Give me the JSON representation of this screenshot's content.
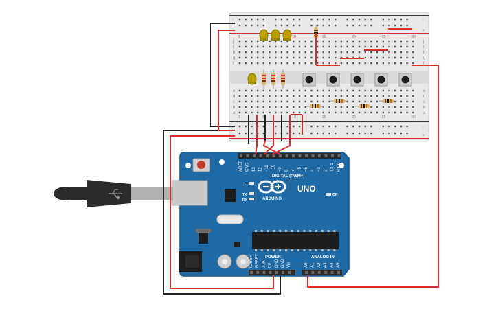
{
  "breadboard": {
    "rail_plus": "+",
    "rail_minus": "-",
    "row_labels_top": [
      "j",
      "i",
      "h",
      "g",
      "f"
    ],
    "row_labels_bottom": [
      "e",
      "d",
      "c",
      "b",
      "a"
    ],
    "column_numbers": [
      "1",
      "5",
      "10",
      "15",
      "20",
      "25",
      "30"
    ]
  },
  "arduino": {
    "brand": "ARDUINO",
    "model": "UNO",
    "digital_header": "DIGITAL (PWM~)",
    "power_header": "POWER",
    "analog_header": "ANALOG IN",
    "led_l": "L",
    "led_tx": "TX",
    "led_rx": "RX",
    "led_on": "ON",
    "digital_pins": [
      "AREF",
      "GND",
      "13",
      "12",
      "~11",
      "~10",
      "~9",
      "8",
      "7",
      "~6",
      "~5",
      "4",
      "~3",
      "2",
      "TX 1",
      "RX 0"
    ],
    "power_pins": [
      "IOREF",
      "RESET",
      "3.3V",
      "5V",
      "GND",
      "GND",
      "Vin"
    ],
    "analog_pins": [
      "A0",
      "A1",
      "A2",
      "A3",
      "A4",
      "A5"
    ]
  },
  "colors": {
    "board": "#1f6aa5",
    "board_dark": "#17578a",
    "breadboard": "#e9e9e9",
    "wire_red": "#d32f2f",
    "wire_black": "#222222",
    "led_body": "#b8a000",
    "usb_body": "#2b2b2b",
    "usb_metal": "#c9c9c9"
  }
}
